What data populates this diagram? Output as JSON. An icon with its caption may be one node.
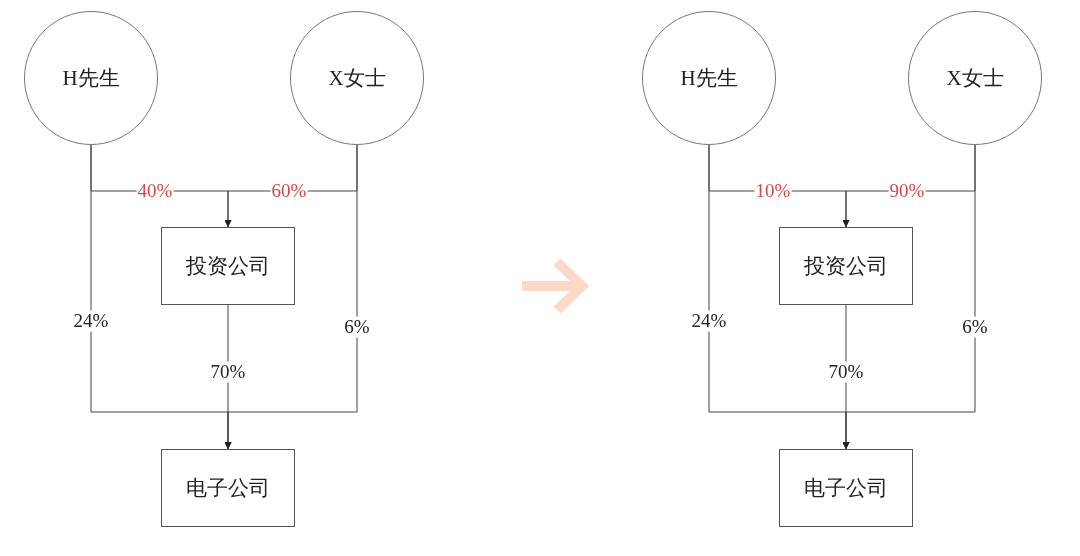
{
  "diagram": {
    "nodes": [
      {
        "text": [
          "H先生"
        ]
      },
      {
        "text": [
          "X女士"
        ]
      },
      {
        "text": [
          "投资公司"
        ]
      },
      {
        "text": [
          "电子公司"
        ]
      },
      {
        "text": [
          "H先生"
        ]
      },
      {
        "text": [
          "X女士"
        ]
      },
      {
        "text": [
          "投资公司"
        ]
      },
      {
        "text": [
          "电子公司"
        ]
      }
    ],
    "edges": [
      {
        "from": 0,
        "to": 2,
        "arrow": "to",
        "label": "40%"
      },
      {
        "from": 1,
        "to": 2,
        "arrow": "to",
        "label": "60%"
      },
      {
        "from": 0,
        "to": 3,
        "arrow": "to",
        "label": "24%"
      },
      {
        "from": 1,
        "to": 3,
        "arrow": "to",
        "label": "6%"
      },
      {
        "from": 2,
        "to": 3,
        "arrow": "to",
        "label": "70%"
      },
      {
        "from": 4,
        "to": 6,
        "arrow": "to",
        "label": "10%"
      },
      {
        "from": 5,
        "to": 6,
        "arrow": "to",
        "label": "90%"
      },
      {
        "from": 4,
        "to": 7,
        "arrow": "to",
        "label": "24%"
      },
      {
        "from": 5,
        "to": 7,
        "arrow": "to",
        "label": "6%"
      },
      {
        "from": 6,
        "to": 7,
        "arrow": "to",
        "label": "70%"
      }
    ]
  }
}
